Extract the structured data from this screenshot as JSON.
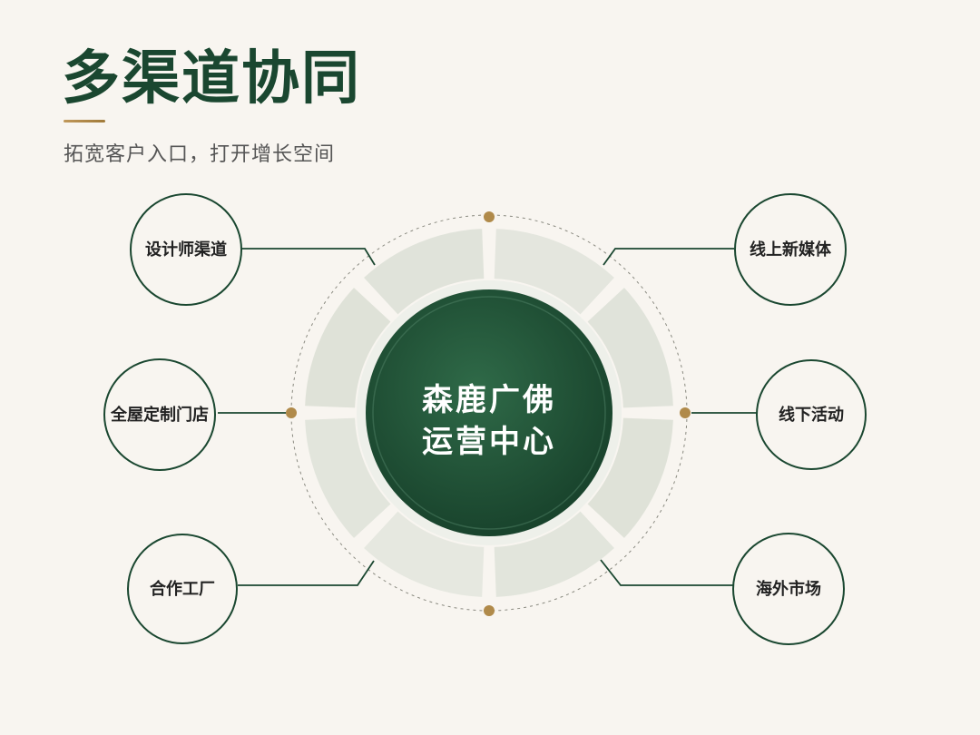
{
  "header": {
    "title": "多渠道协同",
    "subtitle": "拓宽客户入口，打开增长空间"
  },
  "hub": {
    "line1": "森鹿广佛",
    "line2": "运营中心"
  },
  "channels": [
    {
      "label": "设计师渠道"
    },
    {
      "label": "全屋定制门店"
    },
    {
      "label": "合作工厂"
    },
    {
      "label": "线上新媒体"
    },
    {
      "label": "线下活动"
    },
    {
      "label": "海外市场"
    }
  ],
  "colors": {
    "brand_green": "#1a4730",
    "accent_gold": "#b08a4a",
    "ring_fill": "#e3e6dc",
    "background": "#f8f5f0"
  }
}
